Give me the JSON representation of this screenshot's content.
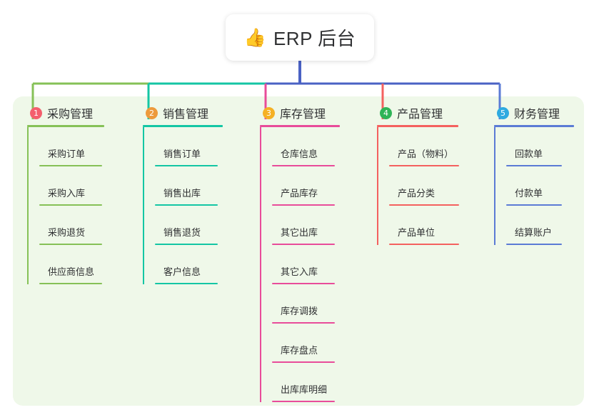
{
  "root": {
    "icon": "thumbs-up-icon",
    "emoji": "👍",
    "title": "ERP 后台"
  },
  "theme": {
    "panel_bg": "#eff8e9",
    "page_bg": "#ffffff",
    "text": "#303133",
    "trunk_color": "#4a62c4"
  },
  "branches": [
    {
      "index": "1",
      "title": "采购管理",
      "badge_color": "#f45f6d",
      "line_color": "#86c157",
      "items": [
        "采购订单",
        "采购入库",
        "采购退货",
        "供应商信息"
      ]
    },
    {
      "index": "2",
      "title": "销售管理",
      "badge_color": "#ed9a3c",
      "line_color": "#14c6a4",
      "items": [
        "销售订单",
        "销售出库",
        "销售退货",
        "客户信息"
      ]
    },
    {
      "index": "3",
      "title": "库存管理",
      "badge_color": "#f5b125",
      "line_color": "#e84c9a",
      "items": [
        "仓库信息",
        "产品库存",
        "其它出库",
        "其它入库",
        "库存调拨",
        "库存盘点",
        "出库库明细"
      ]
    },
    {
      "index": "4",
      "title": "产品管理",
      "badge_color": "#2fb457",
      "line_color": "#f4615f",
      "items": [
        "产品（物料）",
        "产品分类",
        "产品单位"
      ]
    },
    {
      "index": "5",
      "title": "财务管理",
      "badge_color": "#2eaae0",
      "line_color": "#5b7bd5",
      "items": [
        "回款单",
        "付款单",
        "结算账户"
      ]
    }
  ]
}
